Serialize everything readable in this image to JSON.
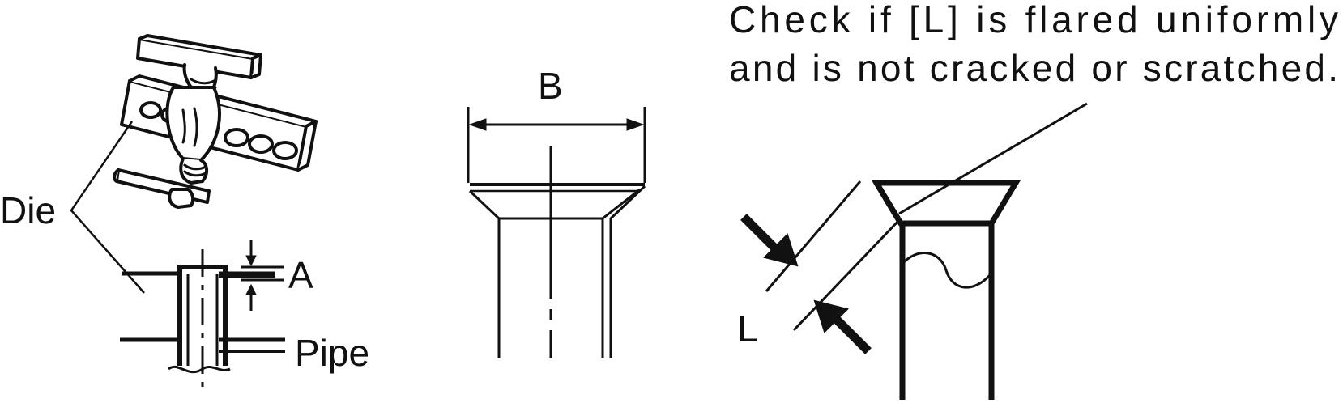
{
  "labels": {
    "die": "Die",
    "a": "A",
    "pipe": "Pipe",
    "b": "B",
    "l": "L"
  },
  "note": {
    "line1": "Check if [L] is flared uniformly",
    "line2": "and is not cracked or scratched."
  },
  "colors": {
    "ink": "#111111",
    "background": "#ffffff"
  }
}
